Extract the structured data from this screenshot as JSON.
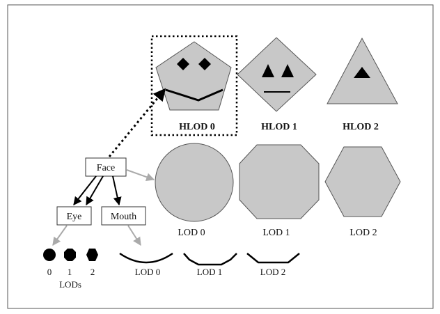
{
  "hlod_labels": [
    "HLOD 0",
    "HLOD 1",
    "HLOD 2"
  ],
  "lod_labels": [
    "LOD 0",
    "LOD 1",
    "LOD 2"
  ],
  "mouth_lod_labels": [
    "LOD 0",
    "LOD 1",
    "LOD 2"
  ],
  "nodes": {
    "face": "Face",
    "eye": "Eye",
    "mouth": "Mouth"
  },
  "eye_lod_numbers": [
    "0",
    "1",
    "2"
  ],
  "eye_lods_caption": "LODs",
  "colors": {
    "shape_fill": "#c8c8c8",
    "stroke": "#555555",
    "ink": "#000000",
    "gray_arrow": "#aaaaaa"
  }
}
